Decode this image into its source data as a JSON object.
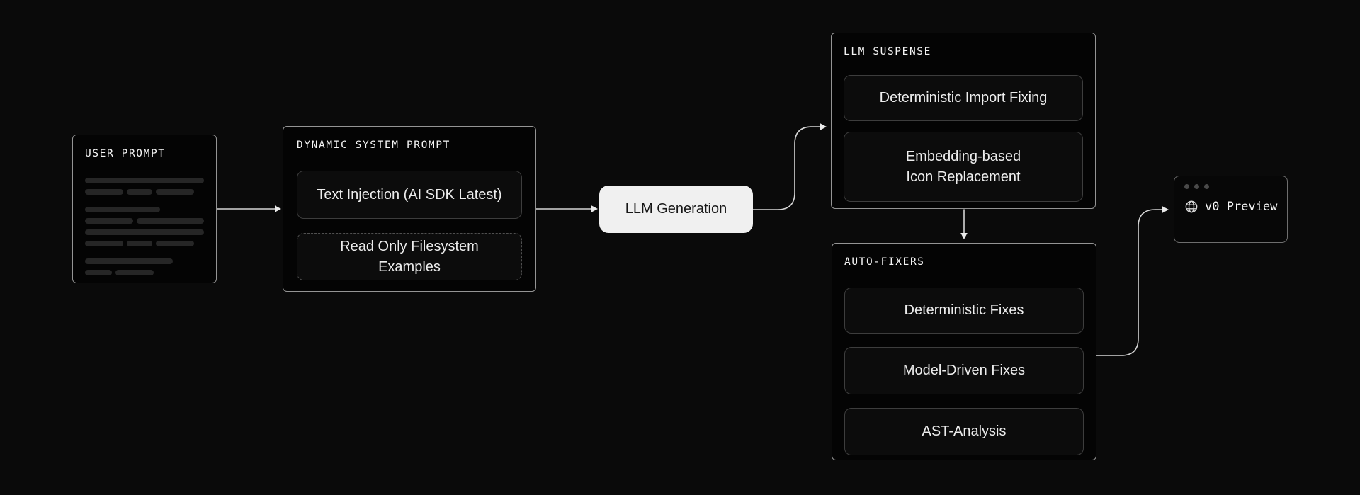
{
  "diagram": {
    "background": "#0a0a0a",
    "colors": {
      "outer_border": "#949494",
      "item_border": "#3d3d3d",
      "dashed_border": "#4f4f4f",
      "arrow": "#d4d4d4",
      "skeleton_bar": "#262626",
      "text": "#f5f5f5",
      "item_text": "#ededed",
      "llm_button_bg": "#f0f0f0",
      "llm_button_text": "#171717"
    },
    "nodes": {
      "user_prompt": {
        "title": "USER PROMPT",
        "skeleton_rows": [
          {
            "segments": [
              170
            ],
            "para_break": false
          },
          {
            "segments": [
              54,
              36,
              54
            ],
            "para_break": false
          },
          {
            "segments": [
              106
            ],
            "para_break": true
          },
          {
            "segments": [
              70,
              97
            ],
            "para_break": false
          },
          {
            "segments": [
              170
            ],
            "para_break": false
          },
          {
            "segments": [
              54,
              36,
              54
            ],
            "para_break": false
          },
          {
            "segments": [
              124
            ],
            "para_break": true
          },
          {
            "segments": [
              38,
              54
            ],
            "para_break": false
          }
        ]
      },
      "dynamic_system_prompt": {
        "title": "DYNAMIC SYSTEM PROMPT",
        "items": [
          {
            "label": "Text Injection (AI SDK Latest)",
            "border": "solid"
          },
          {
            "label": "Read Only Filesystem Examples",
            "border": "dashed"
          }
        ]
      },
      "llm_generation": {
        "label": "LLM Generation"
      },
      "llm_suspense": {
        "title": "LLM SUSPENSE",
        "items": [
          {
            "label": "Deterministic Import Fixing"
          },
          {
            "label": "Embedding-based Icon Replacement"
          }
        ]
      },
      "auto_fixers": {
        "title": "AUTO-FIXERS",
        "items": [
          {
            "label": "Deterministic Fixes"
          },
          {
            "label": "Model-Driven Fixes"
          },
          {
            "label": "AST-Analysis"
          }
        ]
      },
      "v0_preview": {
        "label": "v0 Preview",
        "icon": "globe-icon"
      }
    },
    "edges": [
      {
        "from": "user_prompt",
        "to": "dynamic_system_prompt"
      },
      {
        "from": "dynamic_system_prompt",
        "to": "llm_generation"
      },
      {
        "from": "llm_generation",
        "to": "llm_suspense"
      },
      {
        "from": "llm_suspense",
        "to": "auto_fixers"
      },
      {
        "from": "auto_fixers",
        "to": "v0_preview"
      }
    ]
  }
}
